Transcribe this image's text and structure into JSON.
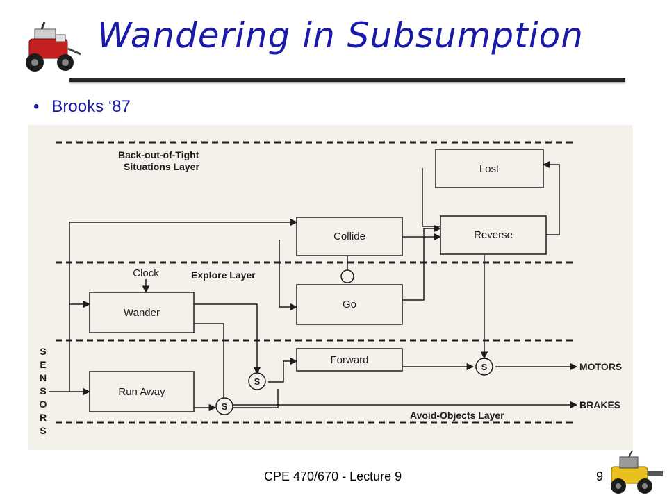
{
  "slide": {
    "title": "Wandering in Subsumption",
    "bullet": "Brooks  ‘87",
    "footer": "CPE 470/670 - Lecture 9",
    "page_number": "9"
  },
  "diagram": {
    "layers": {
      "backout": [
        "Back-out-of-Tight",
        "Situations Layer"
      ],
      "explore": "Explore Layer",
      "avoid": "Avoid-Objects Layer"
    },
    "modules": {
      "lost": "Lost",
      "collide": "Collide",
      "reverse": "Reverse",
      "wander": "Wander",
      "go": "Go",
      "forward": "Forward",
      "run_away": "Run Away"
    },
    "clock": "Clock",
    "sensors": [
      "S",
      "E",
      "N",
      "S",
      "O",
      "R",
      "S"
    ],
    "suppressor": "S",
    "outputs": {
      "motors": "MOTORS",
      "brakes": "BRAKES"
    }
  },
  "colors": {
    "title": "#1a1aa8",
    "bullet": "#1a1aa8",
    "scan_bg": "#f3f1ea",
    "ink": "#1c1c1c"
  }
}
